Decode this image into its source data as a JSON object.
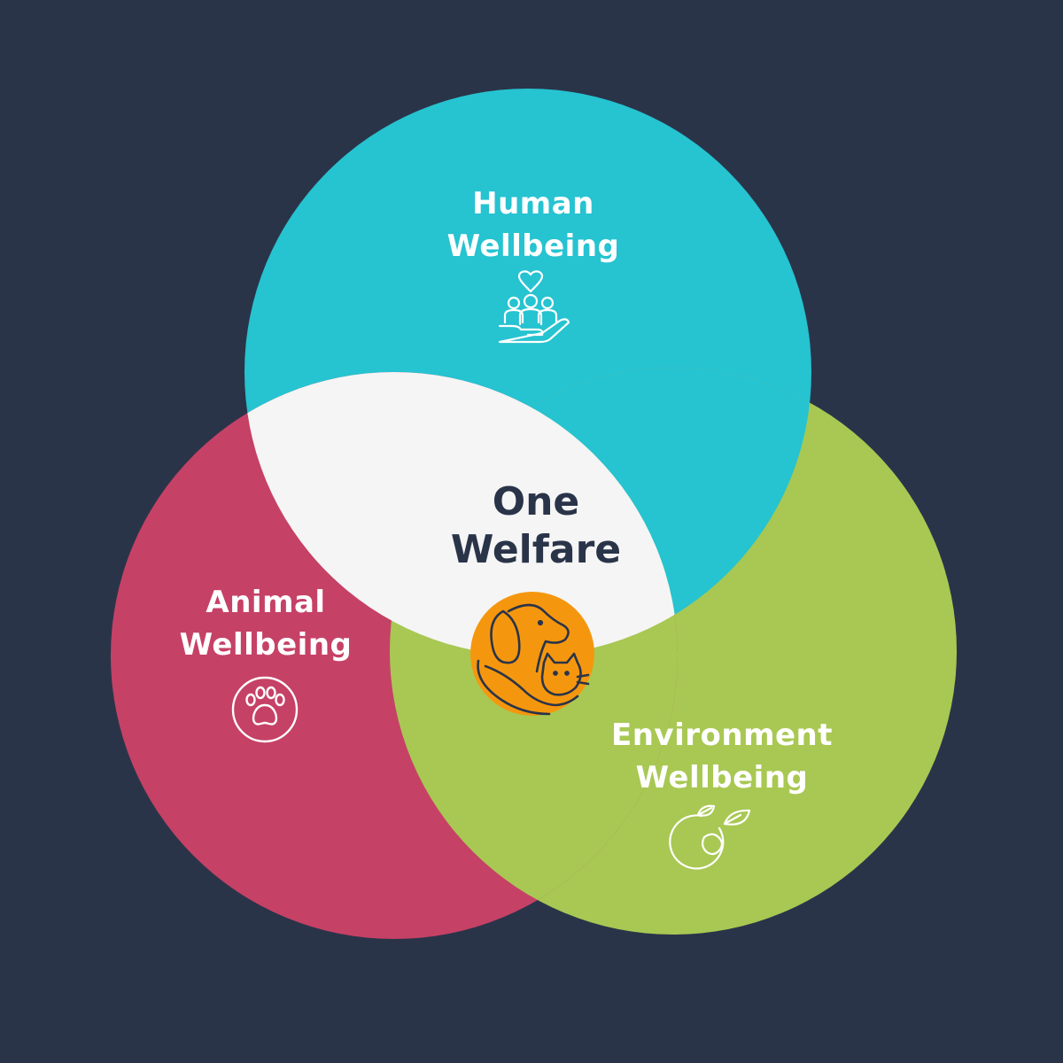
{
  "colors": {
    "background": "#2a3449",
    "human": "#26c3d1",
    "animal": "#c64166",
    "environment": "#a8c853",
    "center": "#f5f5f5",
    "badge": "#f5970e",
    "icon_stroke": "#ffffff",
    "badge_stroke": "#2a3449"
  },
  "human": {
    "line1": "Human",
    "line2": "Wellbeing",
    "icon": "people-in-hand-heart-icon"
  },
  "animal": {
    "line1": "Animal",
    "line2": "Wellbeing",
    "icon": "paw-print-icon"
  },
  "environment": {
    "line1": "Environment",
    "line2": "Wellbeing",
    "icon": "globe-with-leaves-icon"
  },
  "center": {
    "line1": "One",
    "line2": "Welfare",
    "icon": "dog-and-cat-in-hand-icon"
  }
}
